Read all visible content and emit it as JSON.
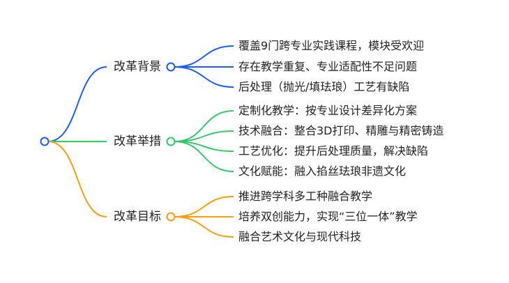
{
  "colors": {
    "background": "#1a5cff",
    "measures": "#35c96b",
    "goals": "#ff9d0a",
    "root": "#1a5cff"
  },
  "branches": [
    {
      "label": "改革背景",
      "children": [
        "覆盖9门跨专业实践课程，模块受欢迎",
        "存在教学重复、专业适配性不足问题",
        "后处理（抛光/填珐琅）工艺有缺陷"
      ]
    },
    {
      "label": "改革举措",
      "children": [
        "定制化教学：按专业设计差异化方案",
        "技术融合：整合3D打印、精雕与精密铸造",
        "工艺优化：提升后处理质量，解决缺陷",
        "文化赋能：融入掐丝珐琅非遗文化"
      ]
    },
    {
      "label": "改革目标",
      "children": [
        "推进跨学科多工种融合教学",
        "培养双创能力，实现“三位一体”教学",
        "融合艺术文化与现代科技"
      ]
    }
  ]
}
